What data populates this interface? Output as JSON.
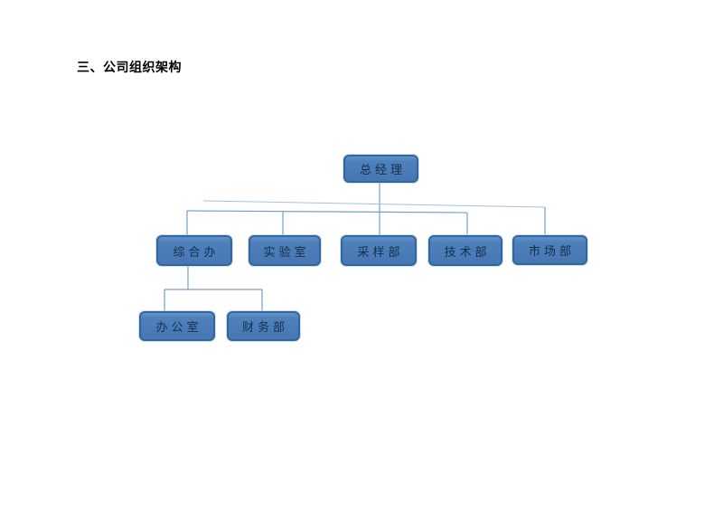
{
  "document": {
    "heading": "三、公司组织架构"
  },
  "org_chart": {
    "type": "org-hierarchy",
    "colors": {
      "box_fill": "#4e80bb",
      "box_border": "#31669e",
      "box_text": "#152e4d",
      "connector": "#739cce",
      "page_background": "#ffffff"
    },
    "nodes": [
      {
        "label": "总经理",
        "level": 1,
        "parent": null
      },
      {
        "label": "综合办",
        "level": 2,
        "parent": "总经理"
      },
      {
        "label": "实验室",
        "level": 2,
        "parent": "总经理"
      },
      {
        "label": "采样部",
        "level": 2,
        "parent": "总经理"
      },
      {
        "label": "技术部",
        "level": 2,
        "parent": "总经理"
      },
      {
        "label": "市场部",
        "level": 2,
        "parent": "总经理"
      },
      {
        "label": "办公室",
        "level": 3,
        "parent": "综合办"
      },
      {
        "label": "财务部",
        "level": 3,
        "parent": "综合办"
      }
    ],
    "edges": [
      [
        "总经理",
        "综合办"
      ],
      [
        "总经理",
        "实验室"
      ],
      [
        "总经理",
        "采样部"
      ],
      [
        "总经理",
        "技术部"
      ],
      [
        "总经理",
        "市场部"
      ],
      [
        "综合办",
        "办公室"
      ],
      [
        "综合办",
        "财务部"
      ]
    ]
  }
}
